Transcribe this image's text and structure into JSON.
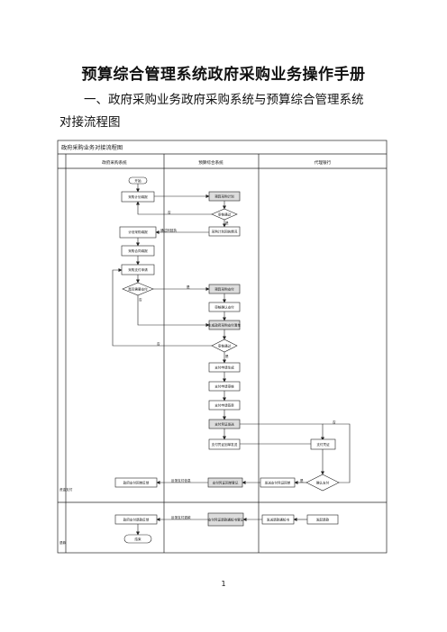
{
  "document": {
    "title": "预算综合管理系统政府采购业务操作手册",
    "subtitle_line1": "一、政府采购业务政府采购系统与预算综合管理系统",
    "subtitle_line2": "对接流程图",
    "page_number": "1"
  },
  "diagram": {
    "table_title": "政府采购业务对接流程图",
    "columns": [
      "政府采购系统",
      "预算综合系统",
      "代理银行"
    ],
    "side_labels": [
      "资金支付",
      "退款"
    ],
    "nodes": {
      "start": "开始",
      "plan_apply": "采购计划填报",
      "plan_receive": "预算采购计划",
      "plan_audit": "审核通过",
      "plan_fill": "计划采购填报",
      "plan_back": "采购计划回执情况",
      "contract_fill": "采购合同填报",
      "payment_apply": "采购支付申请",
      "need_pay": "是否需要支付",
      "pay_receive": "预算采购支付",
      "pay_confirm": "审核确认支付",
      "pay_list": "生成政府采购支付清单",
      "audit2": "审核通过",
      "voucher_gen": "支付申请生成",
      "voucher_audit": "支付申请审核",
      "voucher_sign": "支付申请签章",
      "voucher_send": "支付凭证发送",
      "voucher_back": "支付凭证回单发送",
      "bank_pay": "支付凭证",
      "confirm_pay": "确认支付",
      "bank_reg": "发送支付凭证回单",
      "budget_pay_reg": "支付凭证回单登记",
      "gp_pay_return": "政府支付回单反馈",
      "gp_refund_return": "政府支付退款反馈",
      "budget_refund": "支付凭证退款通知书登记",
      "bank_refund_send": "发送退款通知书",
      "bank_refund": "发起退款",
      "end": "结束"
    },
    "edge_labels": {
      "no1": "否",
      "yes1": "是",
      "pass": "通过则回执",
      "no2": "否",
      "yes2": "是",
      "no3": "否",
      "yes3": "是",
      "no4": "否",
      "yes4": "是",
      "pay_back": "反馈支付信息",
      "refund_back": "反馈支付退款"
    }
  }
}
